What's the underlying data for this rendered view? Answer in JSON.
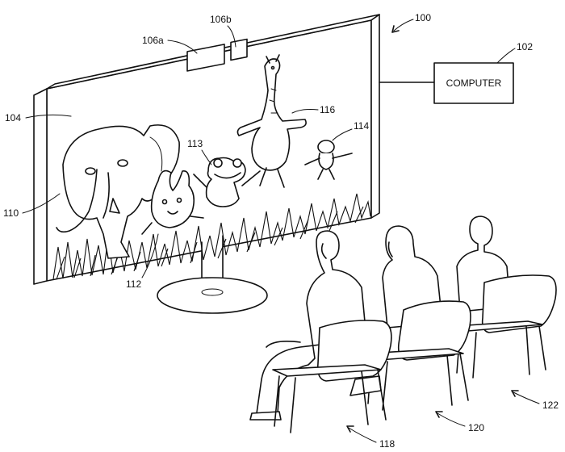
{
  "refs": {
    "system": "100",
    "computer_ref": "102",
    "display": "104",
    "camera_a": "106a",
    "camera_b": "106b",
    "elephant": "110",
    "rabbit": "112",
    "frog": "113",
    "small_creature": "114",
    "giraffe": "116",
    "viewer_front": "118",
    "viewer_middle": "120",
    "viewer_back": "122"
  },
  "computer_label": "COMPUTER",
  "colors": {
    "ink": "#111111",
    "background": "#ffffff"
  }
}
